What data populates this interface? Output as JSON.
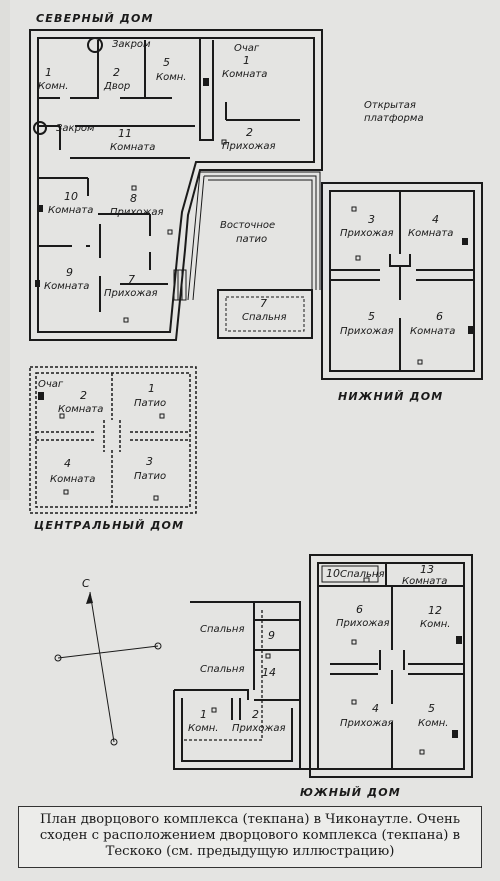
{
  "houses": {
    "north": "СЕВЕРНЫЙ ДОМ",
    "lower": "НИЖНИЙ ДОМ",
    "central": "ЦЕНТРАЛЬНЫЙ ДОМ",
    "south": "ЮЖНЫЙ ДОМ"
  },
  "north_rooms": {
    "granary1": "Закром",
    "granary2": "Закром",
    "r1_num": "1",
    "r1_name": "Комн.",
    "r2_num": "2",
    "r2_name": "Двор",
    "r5_num": "5",
    "r5_name": "Комн.",
    "hearth": "Очаг",
    "r1b_num": "1",
    "r1b_name": "Комната",
    "r11_num": "11",
    "r11_name": "Комната",
    "r2b_num": "2",
    "r2b_name": "Прихожая",
    "r10_num": "10",
    "r10_name": "Комната",
    "r8_num": "8",
    "r8_name": "Прихожая",
    "r9_num": "9",
    "r9_name": "Комната",
    "r7_num": "7",
    "r7_name": "Прихожая"
  },
  "center_labels": {
    "platform_l1": "Открытая",
    "platform_l2": "платформа",
    "patio_l1": "Восточное",
    "patio_l2": "патио",
    "r7_num": "7",
    "r7_name": "Спальня"
  },
  "lower_rooms": {
    "r3_num": "3",
    "r3_name": "Прихожая",
    "r4_num": "4",
    "r4_name": "Комната",
    "r5_num": "5",
    "r5_name": "Прихожая",
    "r6_num": "6",
    "r6_name": "Комната"
  },
  "central_rooms": {
    "hearth": "Очаг",
    "r2_num": "2",
    "r2_name": "Комната",
    "r1_num": "1",
    "r1_name": "Патио",
    "r4_num": "4",
    "r4_name": "Комната",
    "r3_num": "3",
    "r3_name": "Патио"
  },
  "south_rooms": {
    "r10_num": "10",
    "r10_name": "Спальня",
    "r13_num": "13",
    "r13_name": "Комната",
    "bed1": "Спальня",
    "r9_num": "9",
    "bed2": "Спальня",
    "r14_num": "14",
    "r6_num": "6",
    "r6_name": "Прихожая",
    "r12_num": "12",
    "r12_name": "Комн.",
    "r1_num": "1",
    "r1_name": "Комн.",
    "r2_num": "2",
    "r2_name": "Прихожая",
    "r4_num": "4",
    "r4_name": "Прихожая",
    "r5_num": "5",
    "r5_name": "Комн."
  },
  "compass": {
    "north_label": "С"
  },
  "caption": "План дворцового комплекса (текпана) в Чиконаутле. Очень сходен с расположением дворцового комплекса (текпана) в Тескоко (см. предыдущую иллюстрацию)"
}
